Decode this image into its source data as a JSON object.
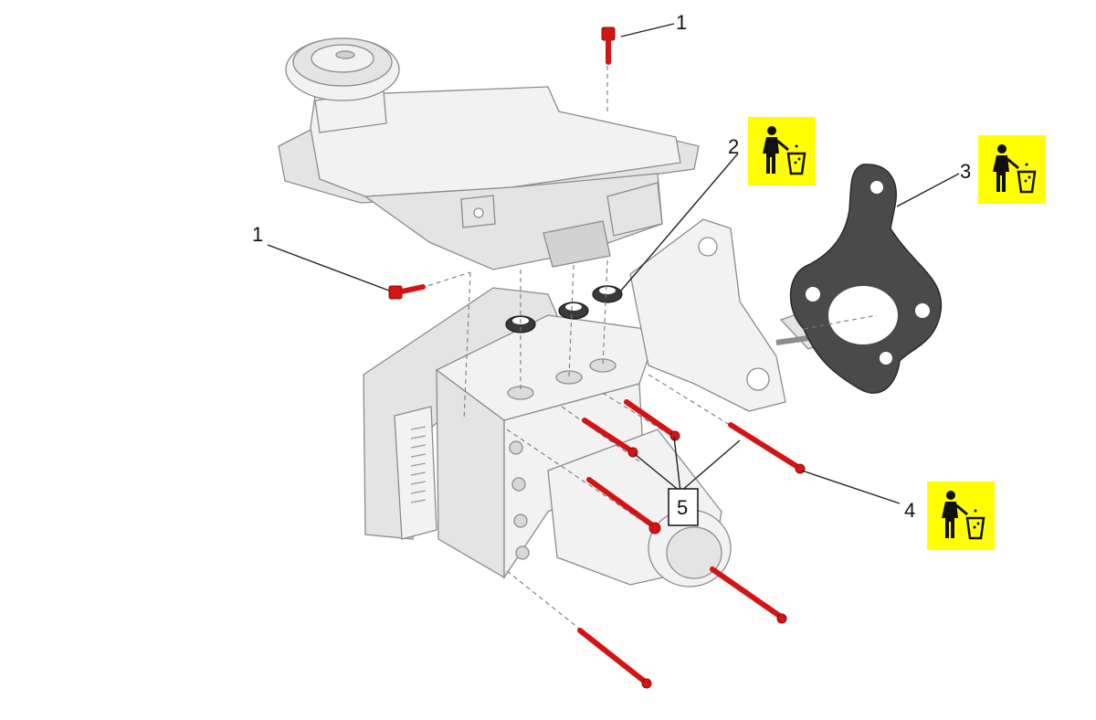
{
  "callouts": {
    "c1_top": "1",
    "c1_left": "1",
    "c2": "2",
    "c3": "3",
    "c4": "4",
    "c5": "5"
  },
  "colors": {
    "bolt": "#d41414",
    "disposal_badge": "#ffff00",
    "gasket": "#4a4a4a",
    "seal": "#3a3a3a"
  },
  "icons": [
    "dispose-of-part-icon",
    "dispose-of-part-icon",
    "dispose-of-part-icon"
  ]
}
